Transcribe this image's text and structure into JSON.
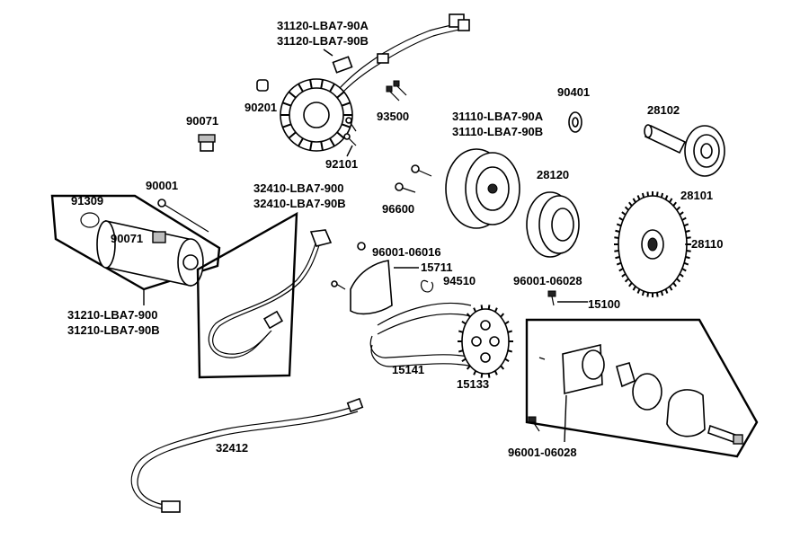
{
  "labels": {
    "p31120a": "31120-LBA7-90A",
    "p31120b": "31120-LBA7-90B",
    "p90201": "90201",
    "p93500": "93500",
    "p92101": "92101",
    "p90071_top": "90071",
    "p90001": "90001",
    "p91309": "91309",
    "p90071_starter": "90071",
    "p31210a": "31210-LBA7-900",
    "p31210b": "31210-LBA7-90B",
    "p32410a": "32410-LBA7-900",
    "p32410b": "32410-LBA7-90B",
    "p96001_06016": "96001-06016",
    "p15711": "15711",
    "p94510": "94510",
    "p31110a": "31110-LBA7-90A",
    "p31110b": "31110-LBA7-90B",
    "p96600": "96600",
    "p28120": "28120",
    "p90401": "90401",
    "p28102": "28102",
    "p28101": "28101",
    "p28110": "28110",
    "p96001_06028_top": "96001-06028",
    "p15100": "15100",
    "p15141": "15141",
    "p15133": "15133",
    "p96001_06028_bottom": "96001-06028",
    "p32412": "32412"
  },
  "icons": [
    "stator-coil-icon",
    "flywheel-rotor-icon",
    "starter-motor-icon",
    "battery-cable-icon",
    "ground-cable-icon",
    "starter-clutch-icon",
    "starter-driven-gear-icon",
    "idle-gear-icon",
    "oil-pump-icon",
    "drive-chain-icon",
    "sprocket-icon",
    "bolt-icon",
    "o-ring-icon",
    "washer-icon"
  ]
}
